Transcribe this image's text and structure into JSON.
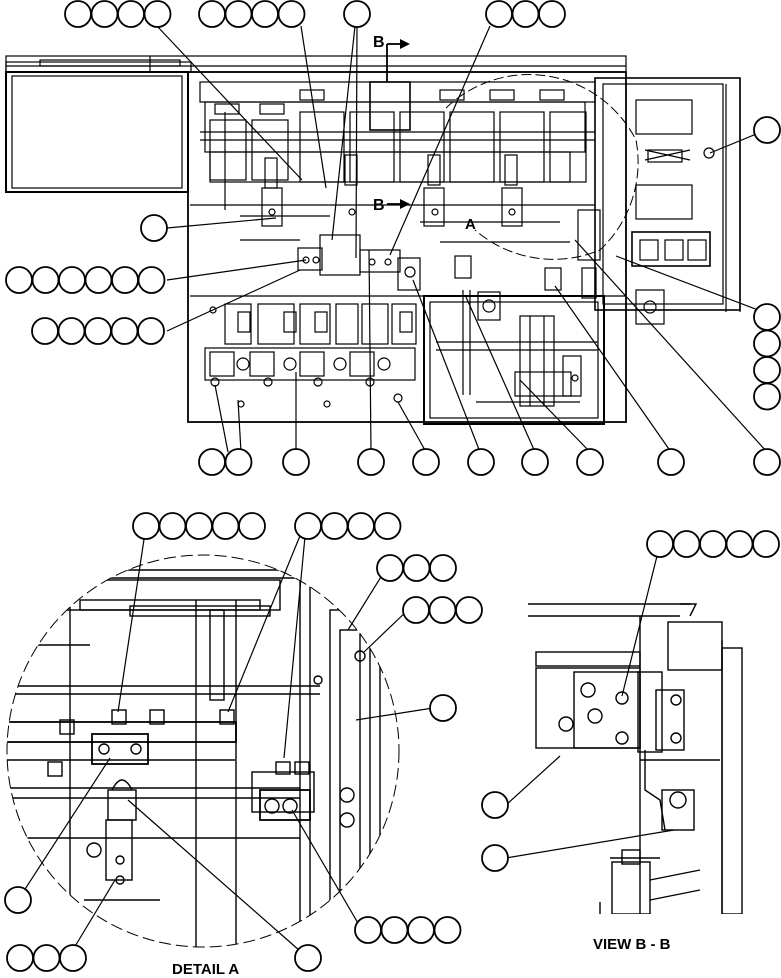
{
  "labels": {
    "section_marker_top": "B",
    "section_marker_mid": "B",
    "detail_marker": "A",
    "detail_caption": "DETAIL A",
    "view_caption": "VIEW B - B"
  },
  "colors": {
    "line": "#000000",
    "background": "#ffffff"
  }
}
